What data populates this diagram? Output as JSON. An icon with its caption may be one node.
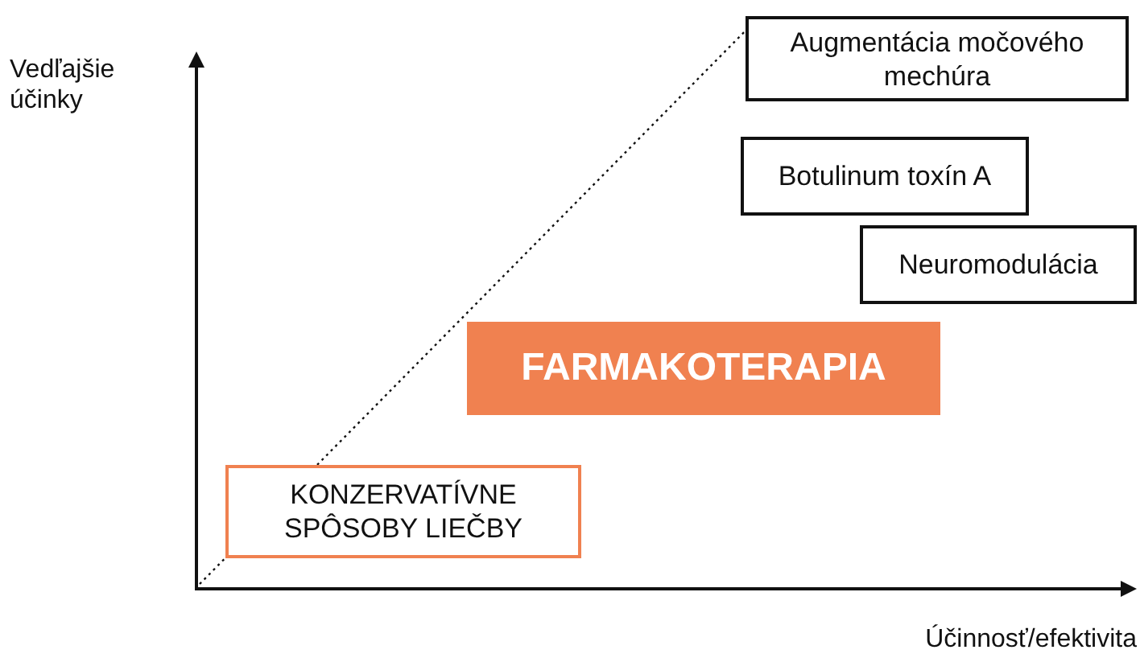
{
  "diagram": {
    "nodes": [
      {
        "text": [
          "Augmentácia močového mechúra"
        ]
      },
      {
        "text": [
          "Botulinum toxín A"
        ]
      },
      {
        "text": [
          "Neuromodulácia"
        ]
      },
      {
        "text": [
          "FARMAKOTERAPIA"
        ]
      },
      {
        "text": [
          "KONZERVATÍVNE SPÔSOBY LIEČBY"
        ]
      }
    ],
    "edges": [],
    "labels": [
      "Vedľajšie účinky",
      "Účinnosť/efektivita"
    ]
  }
}
